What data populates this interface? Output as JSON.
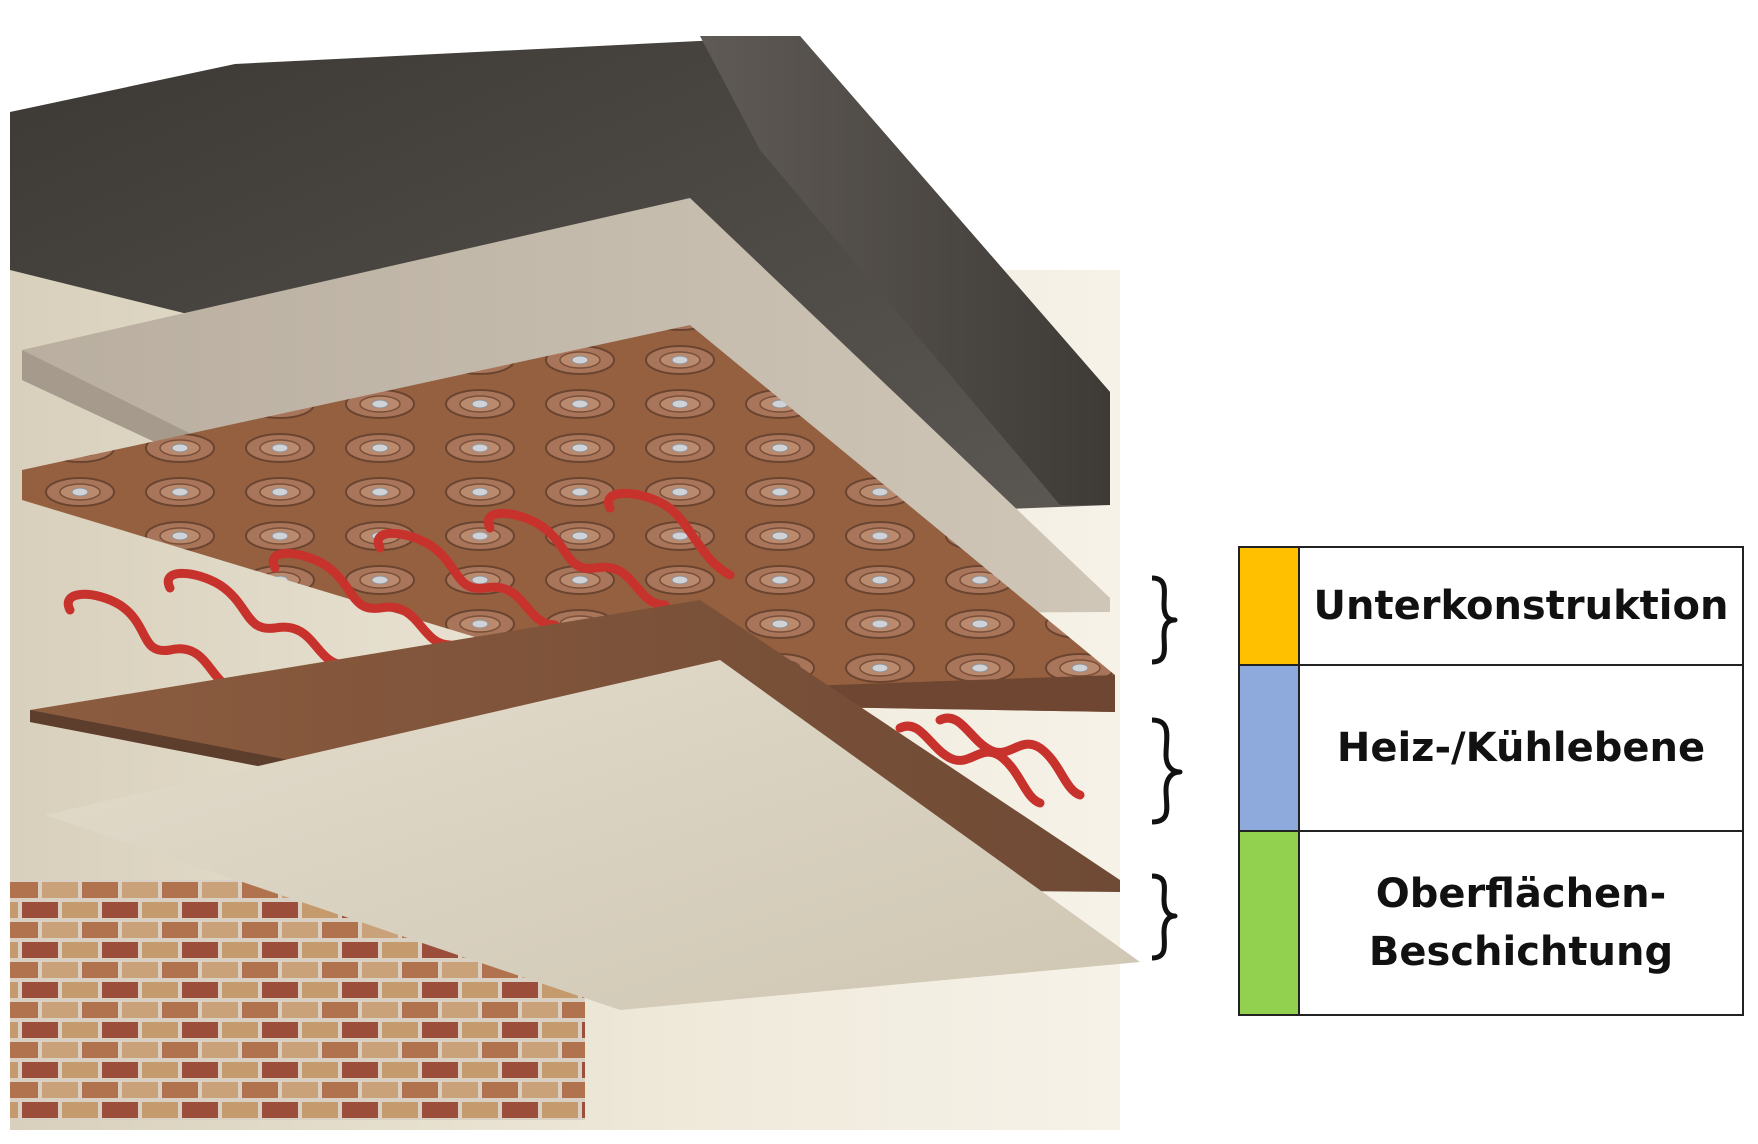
{
  "legend": {
    "items": [
      {
        "label": "Unterkonstruktion",
        "color": "#FFC000"
      },
      {
        "label": "Heiz-/Kühlebene",
        "color": "#8EA9DB"
      },
      {
        "label": "Oberflächen-\nBeschichtung",
        "color": "#92D050"
      }
    ]
  },
  "colors": {
    "concrete": "#4a4642",
    "insulation_board": "#bdb2a4",
    "heating_panel": "#8a5a3e",
    "pipe": "#c8322c",
    "finish_board": "#d9d2c2",
    "brick_wall": "#a0623f",
    "wall_plaster": "#e9e3d3"
  }
}
